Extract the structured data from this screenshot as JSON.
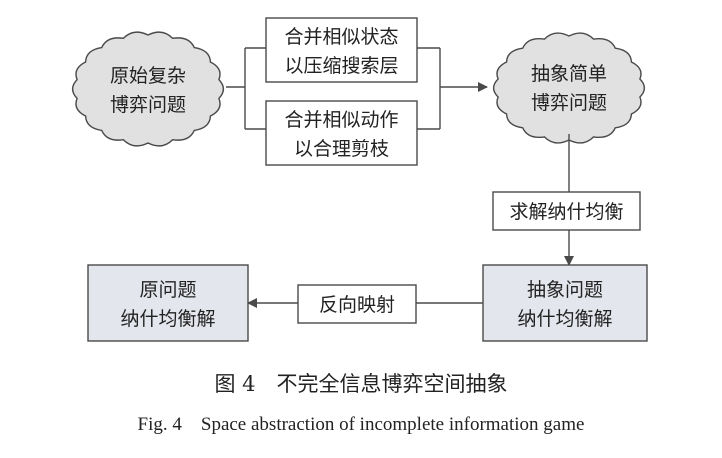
{
  "nodes": {
    "original_game": [
      "原始复杂",
      "博弈问题"
    ],
    "merge_states": [
      "合并相似状态",
      "以压缩搜索层"
    ],
    "merge_actions": [
      "合并相似动作",
      "以合理剪枝"
    ],
    "abstract_game": [
      "抽象简单",
      "博弈问题"
    ],
    "solve_nash": [
      "求解纳什均衡"
    ],
    "abstract_solution": [
      "抽象问题",
      "纳什均衡解"
    ],
    "reverse_mapping": [
      "反向映射"
    ],
    "original_solution": [
      "原问题",
      "纳什均衡解"
    ]
  },
  "caption": {
    "cn": "图 4　不完全信息博弈空间抽象",
    "en": "Fig. 4　Space abstraction of incomplete information game"
  },
  "colors": {
    "cloud_fill": "#e1e1e1",
    "gray_box_fill": "#e4e6ed",
    "stroke": "#4a4a4a",
    "text": "#222222"
  }
}
